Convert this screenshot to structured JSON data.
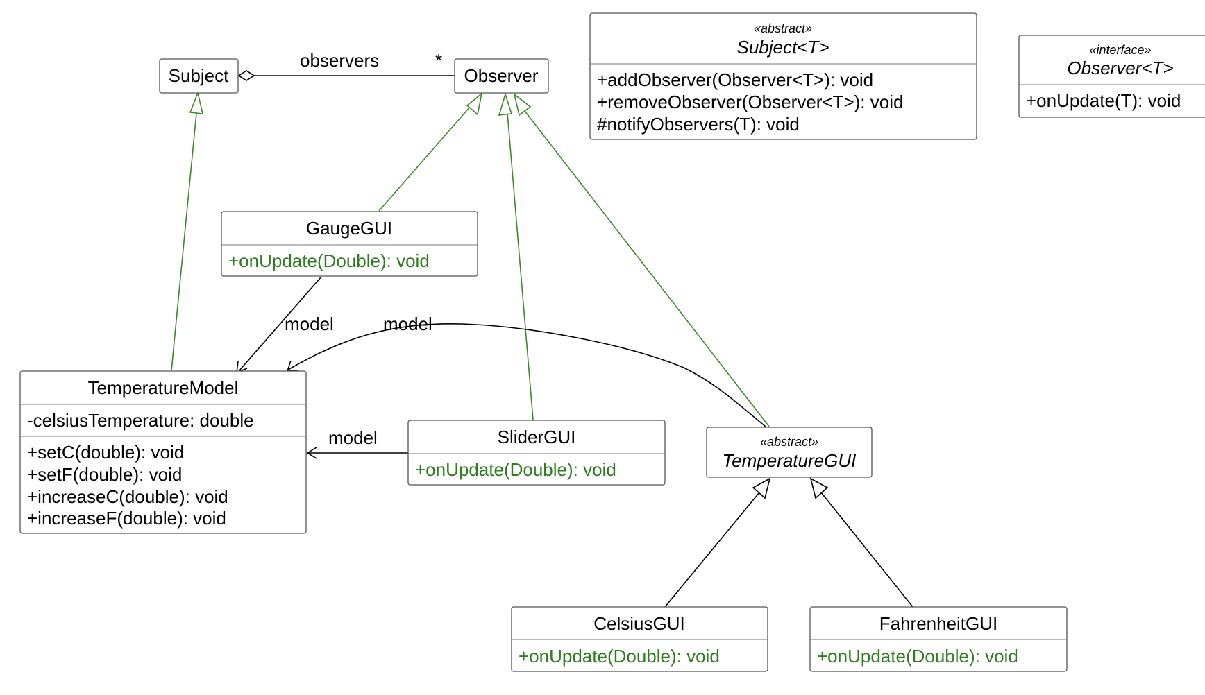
{
  "classes": {
    "subject": {
      "name": "Subject"
    },
    "observer": {
      "name": "Observer"
    },
    "subject_generic": {
      "stereotype": "«abstract»",
      "name": "Subject<T>",
      "methods": [
        "+addObserver(Observer<T>): void",
        "+removeObserver(Observer<T>): void",
        "#notifyObservers(T): void"
      ]
    },
    "observer_generic": {
      "stereotype": "«interface»",
      "name": "Observer<T>",
      "methods": [
        "+onUpdate(T): void"
      ]
    },
    "gauge_gui": {
      "name": "GaugeGUI",
      "methods": [
        "+onUpdate(Double): void"
      ]
    },
    "temperature_model": {
      "name": "TemperatureModel",
      "fields": [
        "-celsiusTemperature: double"
      ],
      "methods": [
        "+setC(double): void",
        "+setF(double): void",
        "+increaseC(double): void",
        "+increaseF(double): void"
      ]
    },
    "slider_gui": {
      "name": "SliderGUI",
      "methods": [
        "+onUpdate(Double): void"
      ]
    },
    "temperature_gui": {
      "stereotype": "«abstract»",
      "name": "TemperatureGUI"
    },
    "celsius_gui": {
      "name": "CelsiusGUI",
      "methods": [
        "+onUpdate(Double): void"
      ]
    },
    "fahrenheit_gui": {
      "name": "FahrenheitGUI",
      "methods": [
        "+onUpdate(Double): void"
      ]
    }
  },
  "edges": {
    "observers_label": "observers",
    "observers_multiplicity": "*",
    "gauge_model_label": "model",
    "temperature_gui_model_label": "model",
    "slider_model_label": "model"
  },
  "colors": {
    "override_method": "#2e7d1e",
    "realization_edge": "#3b8a25",
    "border": "#555555"
  }
}
